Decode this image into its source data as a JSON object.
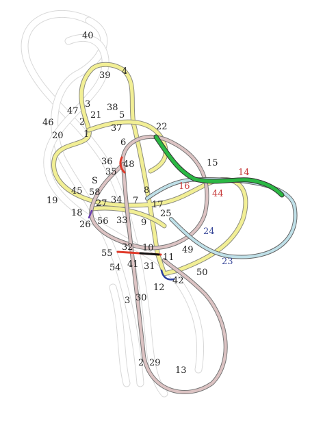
{
  "labels": [
    {
      "text": "40",
      "color": "black"
    },
    {
      "text": "39",
      "color": "black"
    },
    {
      "text": "4",
      "color": "black"
    },
    {
      "text": "47",
      "color": "black"
    },
    {
      "text": "3",
      "color": "black"
    },
    {
      "text": "38",
      "color": "black"
    },
    {
      "text": "21",
      "color": "black"
    },
    {
      "text": "5",
      "color": "black"
    },
    {
      "text": "46",
      "color": "black"
    },
    {
      "text": "20",
      "color": "black"
    },
    {
      "text": "2",
      "color": "black"
    },
    {
      "text": "1",
      "color": "black"
    },
    {
      "text": "37",
      "color": "black"
    },
    {
      "text": "22",
      "color": "black"
    },
    {
      "text": "6",
      "color": "black"
    },
    {
      "text": "36",
      "color": "black"
    },
    {
      "text": "48",
      "color": "black"
    },
    {
      "text": "15",
      "color": "black"
    },
    {
      "text": "14",
      "color": "red"
    },
    {
      "text": "S",
      "color": "black"
    },
    {
      "text": "35",
      "color": "black"
    },
    {
      "text": "16",
      "color": "red"
    },
    {
      "text": "44",
      "color": "red"
    },
    {
      "text": "45",
      "color": "black"
    },
    {
      "text": "58",
      "color": "black"
    },
    {
      "text": "19",
      "color": "black"
    },
    {
      "text": "8",
      "color": "black"
    },
    {
      "text": "7",
      "color": "black"
    },
    {
      "text": "34",
      "color": "black"
    },
    {
      "text": "27",
      "color": "black"
    },
    {
      "text": "17",
      "color": "black"
    },
    {
      "text": "18",
      "color": "black"
    },
    {
      "text": "25",
      "color": "black"
    },
    {
      "text": "56",
      "color": "black"
    },
    {
      "text": "33",
      "color": "black"
    },
    {
      "text": "26",
      "color": "black"
    },
    {
      "text": "9",
      "color": "black"
    },
    {
      "text": "24",
      "color": "blue"
    },
    {
      "text": "32",
      "color": "black"
    },
    {
      "text": "10",
      "color": "black"
    },
    {
      "text": "49",
      "color": "black"
    },
    {
      "text": "55",
      "color": "black"
    },
    {
      "text": "11",
      "color": "black"
    },
    {
      "text": "23",
      "color": "blue"
    },
    {
      "text": "41",
      "color": "black"
    },
    {
      "text": "31",
      "color": "black"
    },
    {
      "text": "54",
      "color": "black"
    },
    {
      "text": "50",
      "color": "black"
    },
    {
      "text": "42",
      "color": "black"
    },
    {
      "text": "12",
      "color": "black"
    },
    {
      "text": "30",
      "color": "black"
    },
    {
      "text": "3",
      "color": "black"
    },
    {
      "text": "29",
      "color": "black"
    },
    {
      "text": "2",
      "color": "black"
    },
    {
      "text": "13",
      "color": "black"
    }
  ],
  "strand_colors": {
    "white": "#ffffff",
    "yellow": "#f2ef95",
    "pink": "#dcc3c3",
    "green": "#2bb844",
    "light_blue": "#bfe0e8",
    "red": "#e03a2a",
    "dark_blue": "#2a3fa0",
    "purple": "#6a3fb0"
  }
}
